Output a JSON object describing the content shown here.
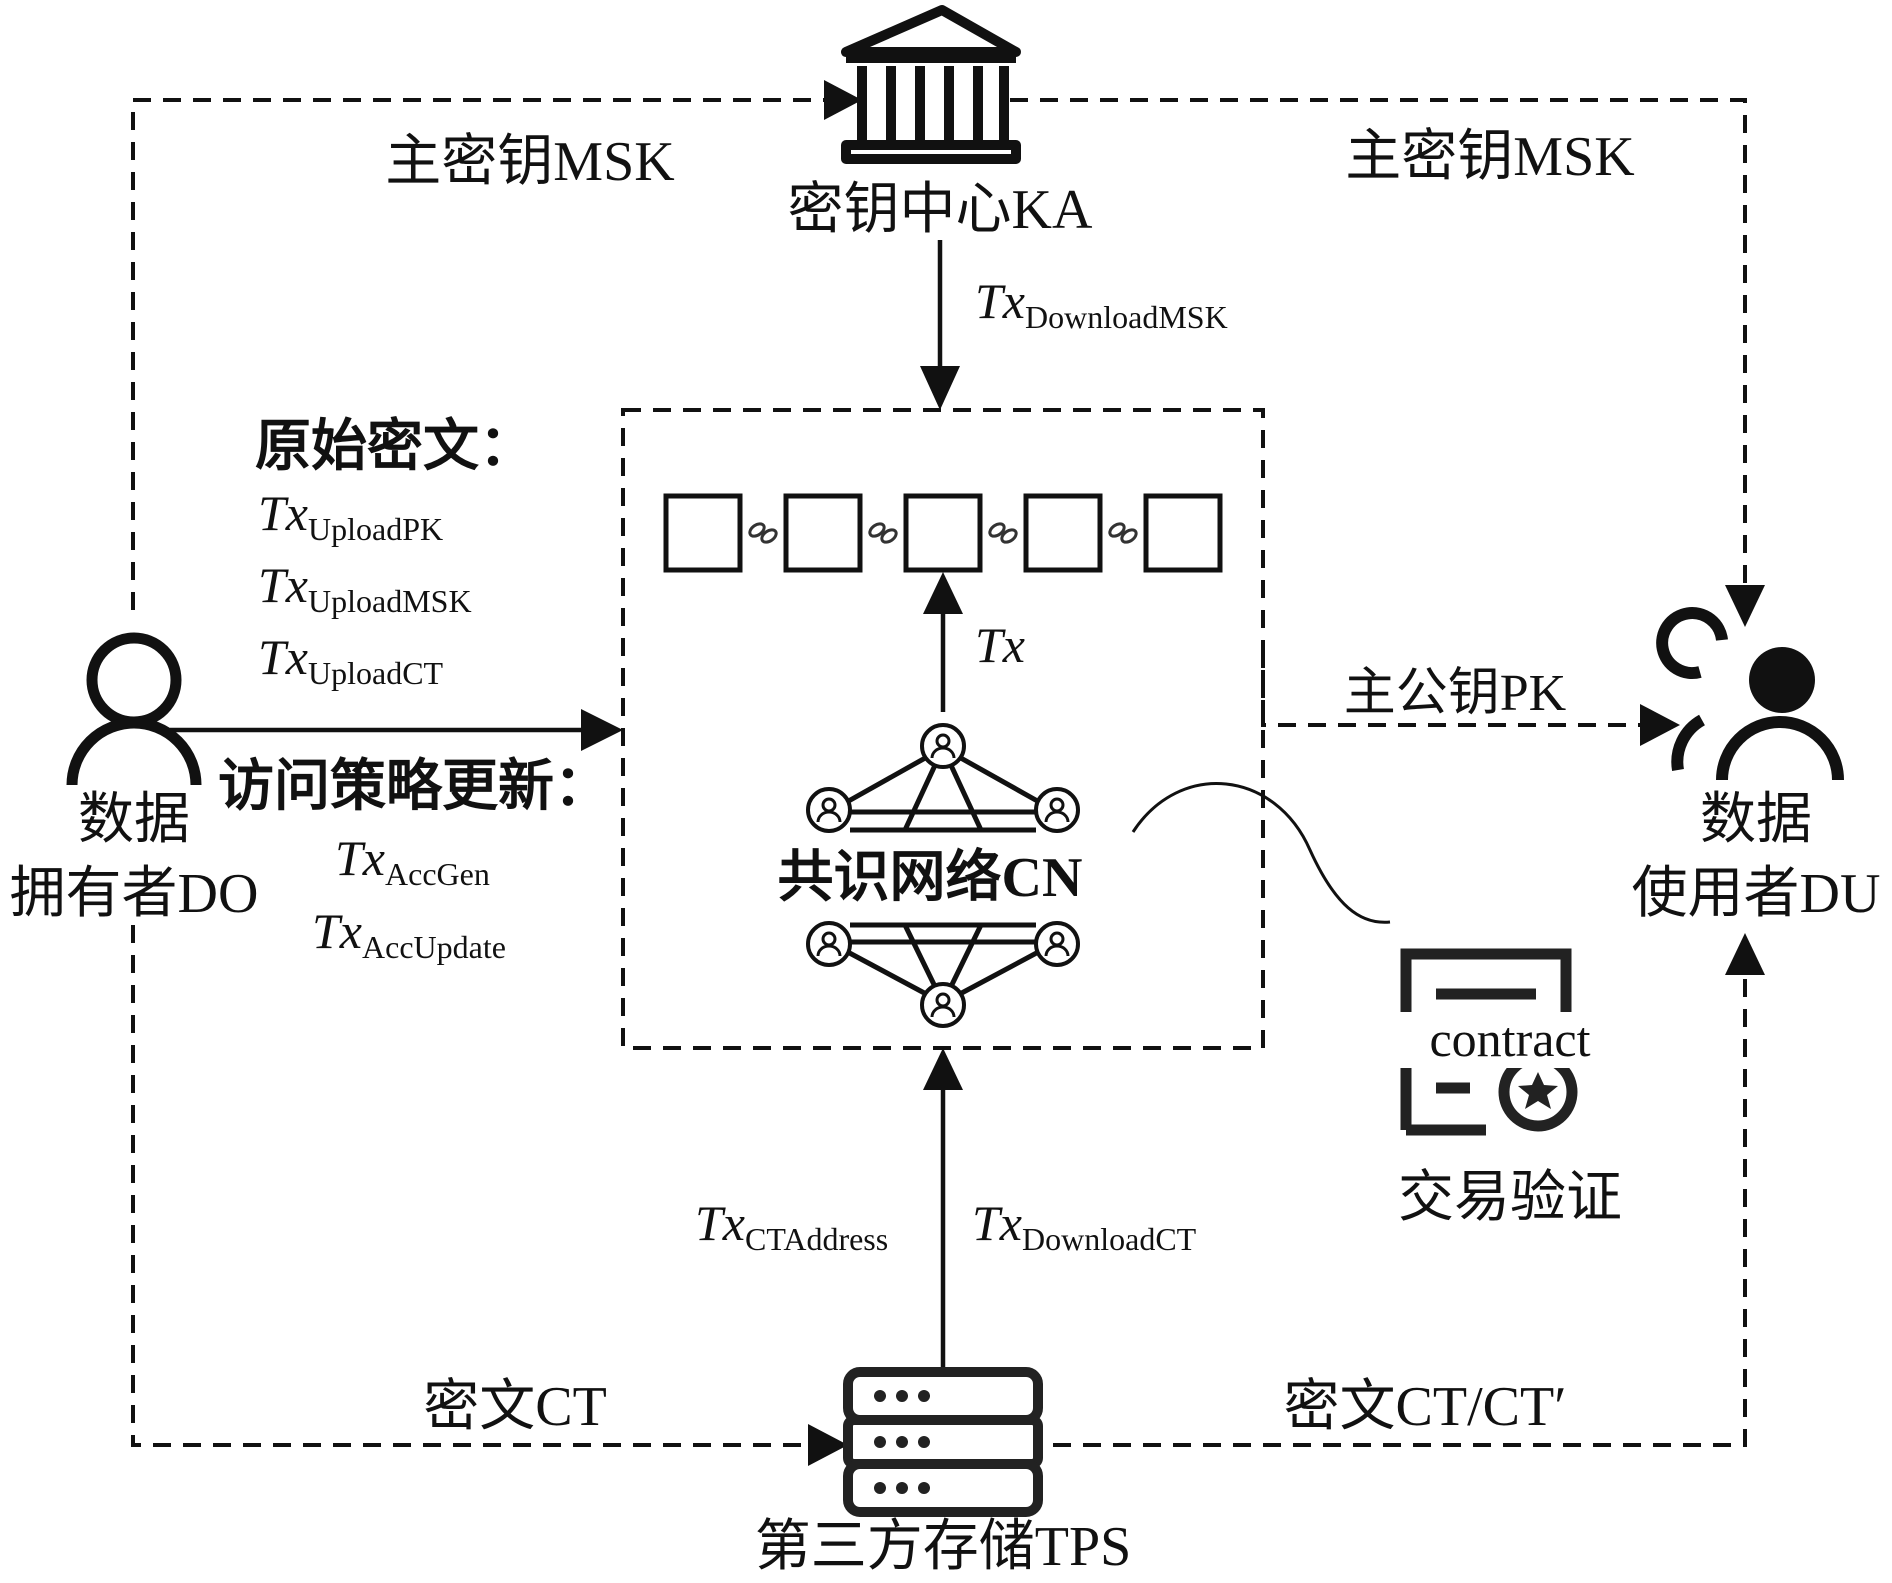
{
  "nodes": {
    "ka": "密钥中心KA",
    "do": [
      "数据",
      "拥有者DO"
    ],
    "du": [
      "数据",
      "使用者DU"
    ],
    "cn": "共识网络CN",
    "tps": "第三方存储TPS",
    "contract": "contract",
    "verify": "交易验证"
  },
  "edges": {
    "do_ka": "主密钥MSK",
    "ka_du": "主密钥MSK",
    "cn_du": "主公钥PK",
    "do_tps": "密文CT",
    "tps_du": "密文CT/CT′"
  },
  "tx": {
    "prefix": "Tx",
    "download_msk": "DownloadMSK",
    "block": "Tx",
    "upload_pk": "UploadPK",
    "upload_msk": "UploadMSK",
    "upload_ct": "UploadCT",
    "acc_gen": "AccGen",
    "acc_update": "AccUpdate",
    "ct_address": "CTAddress",
    "download_ct": "DownloadCT"
  },
  "groups": {
    "original": "原始密文：",
    "policy": "访问策略更新："
  }
}
